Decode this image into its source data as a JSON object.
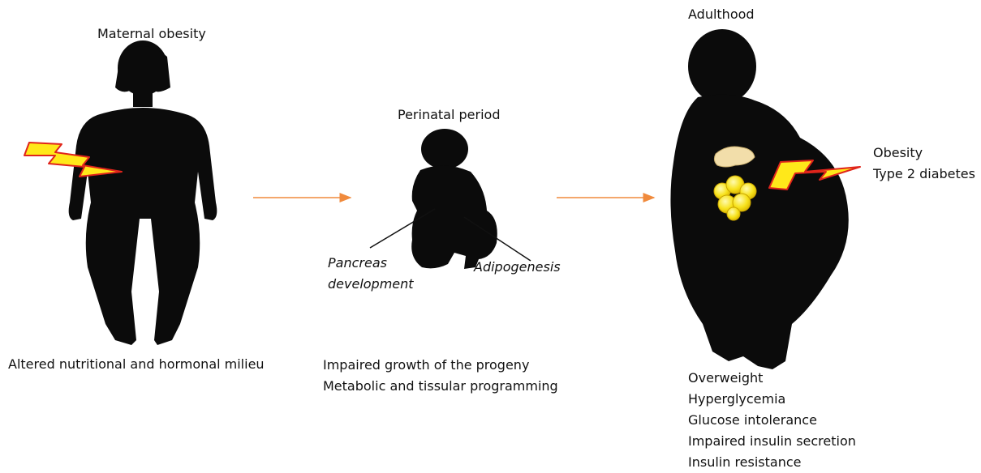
{
  "stages": {
    "mother": {
      "title": "Maternal obesity",
      "caption": "Altered nutritional and hormonal milieu"
    },
    "infant": {
      "title": "Perinatal period",
      "captions": [
        "Impaired growth of the progeny",
        "Metabolic and tissular programming"
      ],
      "callouts": {
        "pancreas": [
          "Pancreas",
          "development"
        ],
        "adipose": "Adipogenesis"
      }
    },
    "adult": {
      "title": "Adulthood",
      "outcomes": [
        "Obesity",
        "Type 2 diabetes"
      ],
      "features": [
        "Overweight",
        "Hyperglycemia",
        "Glucose intolerance",
        "Impaired insulin secretion",
        "Insulin resistance"
      ]
    }
  },
  "colors": {
    "silhouette": "#0b0b0b",
    "arrow": "#f08a3c",
    "bolt_fill": "#ffe81a",
    "bolt_stroke": "#e0241b",
    "pancreas": "#f2deaa",
    "fat": "#f7e21c"
  },
  "icons": [
    "lightning-bolt-icon",
    "pancreas-icon",
    "adipose-tissue-icon"
  ]
}
